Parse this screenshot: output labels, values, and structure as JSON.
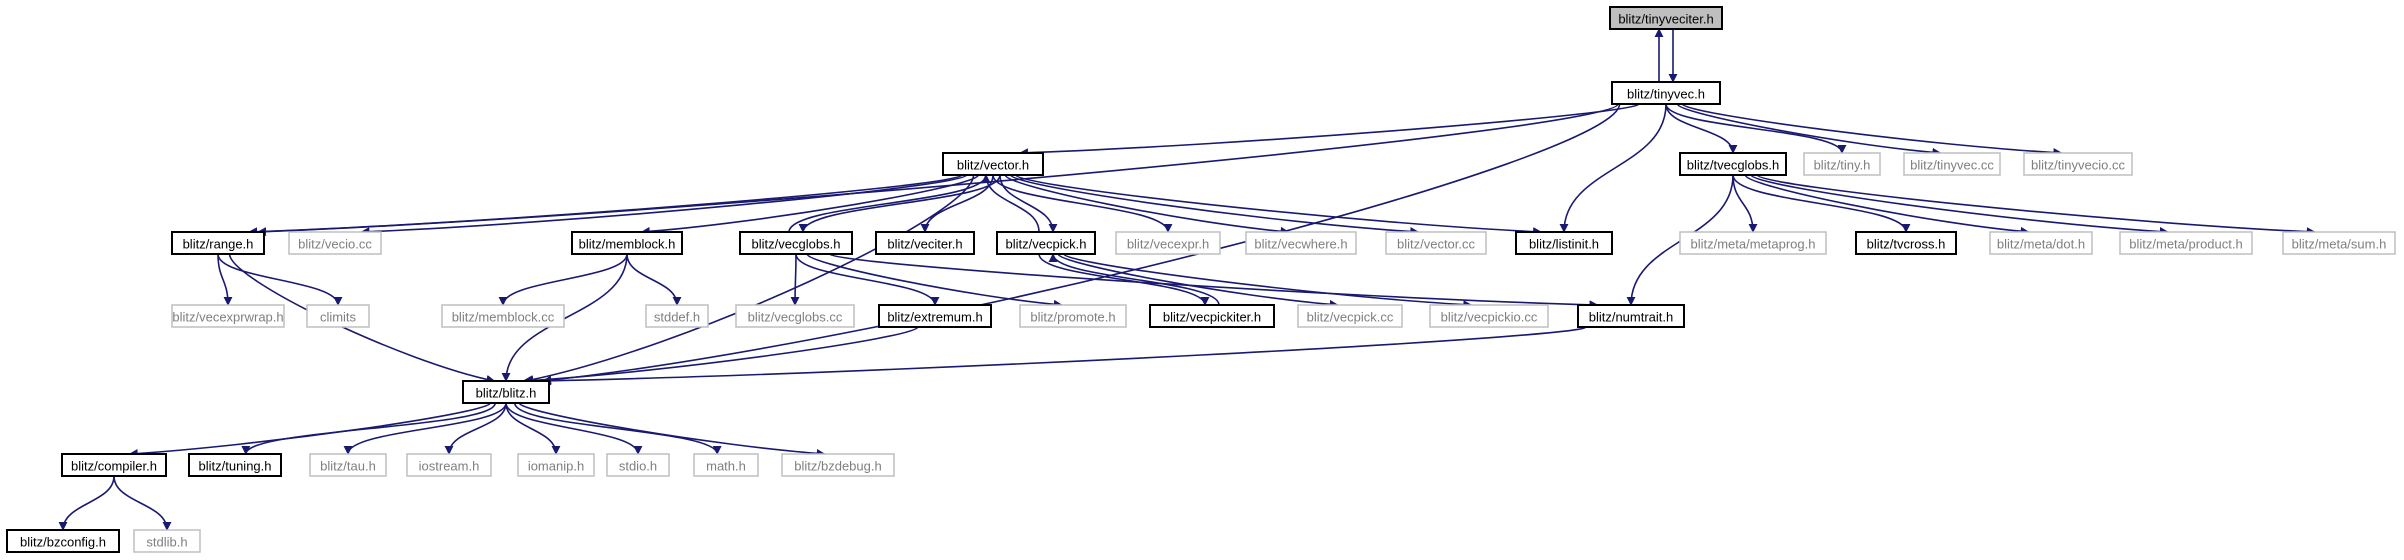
{
  "graph": {
    "nodes": [
      {
        "id": "tinyveciter",
        "label": "blitz/tinyveciter.h",
        "kind": "root"
      },
      {
        "id": "tinyvec",
        "label": "blitz/tinyvec.h",
        "kind": "doc"
      },
      {
        "id": "vector",
        "label": "blitz/vector.h",
        "kind": "doc"
      },
      {
        "id": "tvecglobs",
        "label": "blitz/tvecglobs.h",
        "kind": "doc"
      },
      {
        "id": "tiny",
        "label": "blitz/tiny.h",
        "kind": "ext"
      },
      {
        "id": "tinyveccc",
        "label": "blitz/tinyvec.cc",
        "kind": "ext"
      },
      {
        "id": "tinyveciocc",
        "label": "blitz/tinyvecio.cc",
        "kind": "ext"
      },
      {
        "id": "range",
        "label": "blitz/range.h",
        "kind": "doc"
      },
      {
        "id": "veciocc",
        "label": "blitz/vecio.cc",
        "kind": "ext"
      },
      {
        "id": "memblock",
        "label": "blitz/memblock.h",
        "kind": "doc"
      },
      {
        "id": "vecglobs",
        "label": "blitz/vecglobs.h",
        "kind": "doc"
      },
      {
        "id": "veciter",
        "label": "blitz/veciter.h",
        "kind": "doc"
      },
      {
        "id": "vecpick",
        "label": "blitz/vecpick.h",
        "kind": "doc"
      },
      {
        "id": "vecexpr",
        "label": "blitz/vecexpr.h",
        "kind": "ext"
      },
      {
        "id": "vecwhere",
        "label": "blitz/vecwhere.h",
        "kind": "ext"
      },
      {
        "id": "vectorcc",
        "label": "blitz/vector.cc",
        "kind": "ext"
      },
      {
        "id": "listinit",
        "label": "blitz/listinit.h",
        "kind": "doc"
      },
      {
        "id": "metaprog",
        "label": "blitz/meta/metaprog.h",
        "kind": "ext"
      },
      {
        "id": "tvcross",
        "label": "blitz/tvcross.h",
        "kind": "doc"
      },
      {
        "id": "metadot",
        "label": "blitz/meta/dot.h",
        "kind": "ext"
      },
      {
        "id": "metaproduct",
        "label": "blitz/meta/product.h",
        "kind": "ext"
      },
      {
        "id": "metasum",
        "label": "blitz/meta/sum.h",
        "kind": "ext"
      },
      {
        "id": "vecexprwrap",
        "label": "blitz/vecexprwrap.h",
        "kind": "ext"
      },
      {
        "id": "climits",
        "label": "climits",
        "kind": "ext"
      },
      {
        "id": "memblockcc",
        "label": "blitz/memblock.cc",
        "kind": "ext"
      },
      {
        "id": "stddef",
        "label": "stddef.h",
        "kind": "ext"
      },
      {
        "id": "vecglobscc",
        "label": "blitz/vecglobs.cc",
        "kind": "ext"
      },
      {
        "id": "extremum",
        "label": "blitz/extremum.h",
        "kind": "doc"
      },
      {
        "id": "promote",
        "label": "blitz/promote.h",
        "kind": "ext"
      },
      {
        "id": "vecpickiter",
        "label": "blitz/vecpickiter.h",
        "kind": "doc"
      },
      {
        "id": "vecpickcc",
        "label": "blitz/vecpick.cc",
        "kind": "ext"
      },
      {
        "id": "vecpickiocc",
        "label": "blitz/vecpickio.cc",
        "kind": "ext"
      },
      {
        "id": "numtrait",
        "label": "blitz/numtrait.h",
        "kind": "doc"
      },
      {
        "id": "blitz",
        "label": "blitz/blitz.h",
        "kind": "doc"
      },
      {
        "id": "compiler",
        "label": "blitz/compiler.h",
        "kind": "doc"
      },
      {
        "id": "tuning",
        "label": "blitz/tuning.h",
        "kind": "doc"
      },
      {
        "id": "tau",
        "label": "blitz/tau.h",
        "kind": "ext"
      },
      {
        "id": "iostream",
        "label": "iostream.h",
        "kind": "ext"
      },
      {
        "id": "iomanip",
        "label": "iomanip.h",
        "kind": "ext"
      },
      {
        "id": "stdio",
        "label": "stdio.h",
        "kind": "ext"
      },
      {
        "id": "math",
        "label": "math.h",
        "kind": "ext"
      },
      {
        "id": "bzdebug",
        "label": "blitz/bzdebug.h",
        "kind": "ext"
      },
      {
        "id": "bzconfig",
        "label": "blitz/bzconfig.h",
        "kind": "doc"
      },
      {
        "id": "stdlib",
        "label": "stdlib.h",
        "kind": "ext"
      }
    ],
    "edges": [
      [
        "tinyveciter",
        "tinyvec"
      ],
      [
        "tinyvec",
        "tinyveciter"
      ],
      [
        "tinyvec",
        "vector"
      ],
      [
        "tinyvec",
        "tvecglobs"
      ],
      [
        "tinyvec",
        "tiny"
      ],
      [
        "tinyvec",
        "tinyveccc"
      ],
      [
        "tinyvec",
        "tinyveciocc"
      ],
      [
        "tinyvec",
        "range"
      ],
      [
        "tinyvec",
        "listinit"
      ],
      [
        "tinyvec",
        "blitz"
      ],
      [
        "vector",
        "range"
      ],
      [
        "vector",
        "veciocc"
      ],
      [
        "vector",
        "memblock"
      ],
      [
        "vector",
        "vecglobs"
      ],
      [
        "vecglobs",
        "vector"
      ],
      [
        "vector",
        "veciter"
      ],
      [
        "vector",
        "vecpick"
      ],
      [
        "vecpick",
        "vector"
      ],
      [
        "vector",
        "vecexpr"
      ],
      [
        "vector",
        "vecwhere"
      ],
      [
        "vector",
        "vectorcc"
      ],
      [
        "vector",
        "listinit"
      ],
      [
        "vector",
        "blitz"
      ],
      [
        "tvecglobs",
        "metaprog"
      ],
      [
        "tvecglobs",
        "tvcross"
      ],
      [
        "tvecglobs",
        "metadot"
      ],
      [
        "tvecglobs",
        "metaproduct"
      ],
      [
        "tvecglobs",
        "metasum"
      ],
      [
        "tvecglobs",
        "numtrait"
      ],
      [
        "range",
        "vecexprwrap"
      ],
      [
        "range",
        "climits"
      ],
      [
        "range",
        "blitz"
      ],
      [
        "memblock",
        "memblockcc"
      ],
      [
        "memblock",
        "stddef"
      ],
      [
        "memblock",
        "blitz"
      ],
      [
        "vecglobs",
        "vecglobscc"
      ],
      [
        "vecglobs",
        "extremum"
      ],
      [
        "vecglobs",
        "promote"
      ],
      [
        "vecglobs",
        "numtrait"
      ],
      [
        "vecpick",
        "vecpickiter"
      ],
      [
        "vecpickiter",
        "vecpick"
      ],
      [
        "vecpick",
        "vecpickcc"
      ],
      [
        "vecpick",
        "vecpickiocc"
      ],
      [
        "extremum",
        "blitz"
      ],
      [
        "numtrait",
        "blitz"
      ],
      [
        "blitz",
        "compiler"
      ],
      [
        "blitz",
        "tuning"
      ],
      [
        "blitz",
        "tau"
      ],
      [
        "blitz",
        "iostream"
      ],
      [
        "blitz",
        "iomanip"
      ],
      [
        "blitz",
        "stdio"
      ],
      [
        "blitz",
        "math"
      ],
      [
        "blitz",
        "bzdebug"
      ],
      [
        "compiler",
        "bzconfig"
      ],
      [
        "compiler",
        "stdlib"
      ]
    ]
  },
  "colors": {
    "edge": "#191970",
    "doc_border": "#000000",
    "ext_border": "#bfbfbf",
    "ext_text": "#7f7f7f",
    "root_fill": "#bfbfbf"
  }
}
